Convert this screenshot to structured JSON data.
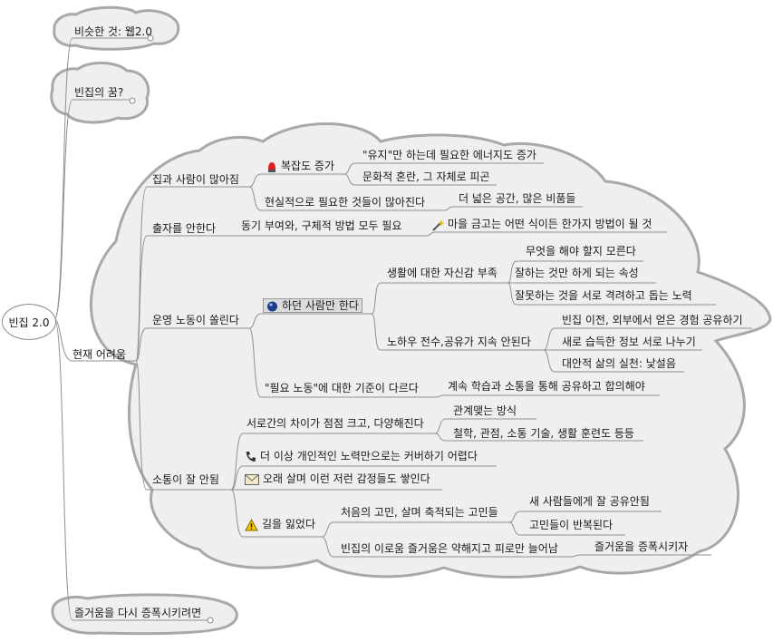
{
  "map": {
    "root": "빈집 2.0",
    "branches": [
      {
        "label": "비슷한 것: 웹2.0"
      },
      {
        "label": "빈집의 꿈?"
      },
      {
        "label": "현재 어려움"
      },
      {
        "label": "즐거움을 다시 증폭시키려면"
      }
    ],
    "current": {
      "b1": {
        "label": "집과 사람이 많아짐",
        "c1": {
          "label": "복잡도 증가",
          "icon": "red-light-icon",
          "items": [
            "\"유지\"만 하는데 필요한 에너지도 증가",
            "문화적 혼란, 그 자체로 피곤"
          ]
        },
        "c2": {
          "label": "현실적으로 필요한 것들이 많아진다",
          "items": [
            "더 넓은 공간, 많은 비품들"
          ]
        }
      },
      "b2": {
        "label": "출자를 안한다",
        "c1": {
          "label": "동기 부여와, 구체적 방법 모두 필요"
        },
        "c2": {
          "label": "마을 금고는 어떤 식이든 한가지 방법이 될 것",
          "icon": "magic-wand-icon"
        }
      },
      "b3": {
        "label": "운영 노동이 쏠린다",
        "c1": {
          "label": "하던 사람만 한다",
          "icon": "bomb-icon",
          "g1": {
            "label": "생활에 대한 자신감 부족",
            "items": [
              "무엇을 해야 할지 모른다",
              "잘하는 것만 하게 되는 속성",
              "잘못하는 것을 서로 격려하고 돕는 노력"
            ]
          },
          "g2": {
            "label": "노하우 전수,공유가 지속 안된다",
            "items": [
              "빈집 이전, 외부에서 얻은 경험 공유하기",
              "새로 습득한 정보 서로 나누기",
              "대안적 삶의 실천: 낯설음"
            ]
          }
        },
        "c2": {
          "label": "\"필요 노동\"에 대한 기준이 다르다",
          "items": [
            "계속 학습과 소통을 통해 공유하고 합의해야"
          ]
        }
      },
      "b4": {
        "label": "소통이 잘 안됨",
        "c1": {
          "label": "서로간의 차이가 점점 크고, 다양해진다",
          "items": [
            "관계맺는 방식",
            "철학, 관점, 소통 기술, 생활 훈련도 등등"
          ]
        },
        "c2": {
          "label": "더 이상 개인적인 노력만으로는 커버하기 어렵다",
          "icon": "phone-icon"
        },
        "c3": {
          "label": "오래 살며 이런 저런 감정들도 쌓인다",
          "icon": "mail-icon"
        },
        "c4": {
          "label": "길을 잃었다",
          "icon": "warning-icon",
          "g1": {
            "label": "처음의 고민, 살며 축적되는 고민들",
            "items": [
              "새 사람들에게 잘 공유안됨",
              "고민들이 반복된다"
            ]
          },
          "g2": {
            "label": "빈집의 이로움 즐거움은 약해지고 피로만 늘어남",
            "items": [
              "즐거움을 증폭시키자"
            ]
          }
        }
      }
    }
  }
}
